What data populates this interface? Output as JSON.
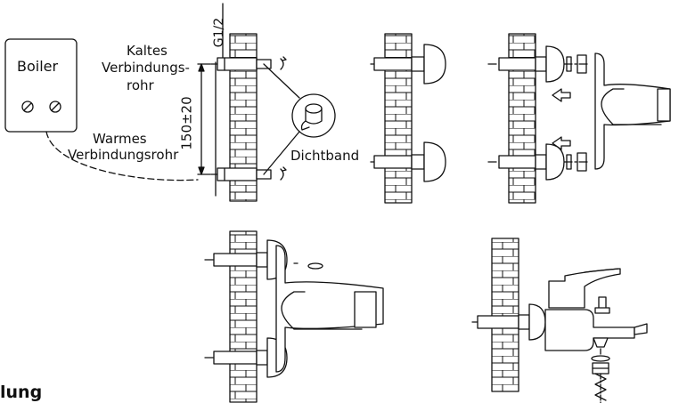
{
  "labels": {
    "boiler": "Boiler",
    "cold_pipe_line1": "Kaltes",
    "cold_pipe_line2": "Verbindungs-",
    "cold_pipe_line3": "rohr",
    "warm_pipe_line1": "Warmes",
    "warm_pipe_line2": "Verbindungsrohr",
    "thread_size": "G1/2",
    "distance": "150±20",
    "seal_tape": "Dichtband"
  },
  "footer": {
    "partial_heading": "lung"
  }
}
